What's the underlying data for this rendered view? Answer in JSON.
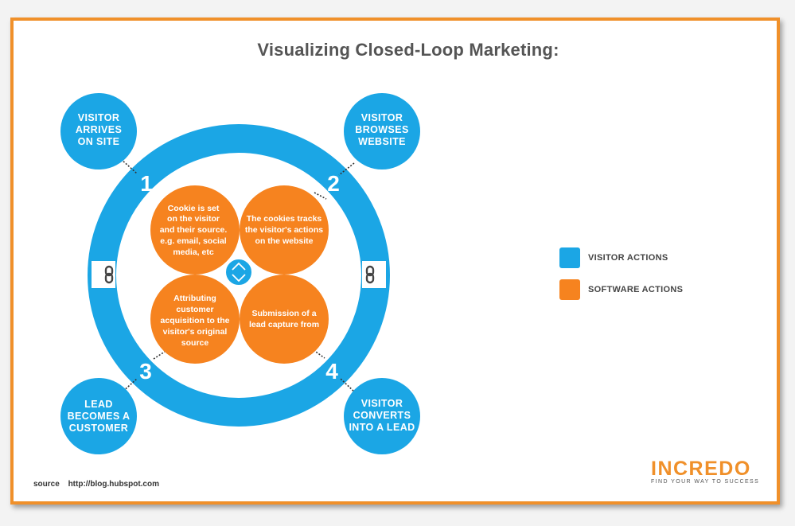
{
  "title": "Visualizing Closed-Loop Marketing:",
  "colors": {
    "visitor": "#1ba6e5",
    "software": "#f6831f",
    "border": "#f0902a"
  },
  "steps": [
    {
      "number": "1",
      "visitor_lines": [
        "VISITOR",
        "ARRIVES",
        "ON SITE"
      ],
      "software_lines": [
        "Cookie is set",
        "on the visitor",
        "and their source.",
        "e.g. email, social",
        "media, etc"
      ]
    },
    {
      "number": "2",
      "visitor_lines": [
        "VISITOR",
        "BROWSES",
        "WEBSITE"
      ],
      "software_lines": [
        "The cookies tracks",
        "the visitor's actions",
        "on the website"
      ]
    },
    {
      "number": "3",
      "visitor_lines": [
        "LEAD",
        "BECOMES A",
        "CUSTOMER"
      ],
      "software_lines": [
        "Attributing",
        "customer",
        "acquisition to the",
        "visitor's original",
        "source"
      ]
    },
    {
      "number": "4",
      "visitor_lines": [
        "VISITOR",
        "CONVERTS",
        "INTO A LEAD"
      ],
      "software_lines": [
        "Submission of a",
        "lead capture from"
      ]
    }
  ],
  "legend": {
    "visitor": "VISITOR ACTIONS",
    "software": "SOFTWARE ACTIONS"
  },
  "source": {
    "label": "source",
    "url": "http://blog.hubspot.com"
  },
  "logo": {
    "word": "INCREDO",
    "tagline": "FIND YOUR WAY TO SUCCESS"
  },
  "icons": {
    "center": "refresh-arrows-icon",
    "link": "chain-link-icon"
  }
}
